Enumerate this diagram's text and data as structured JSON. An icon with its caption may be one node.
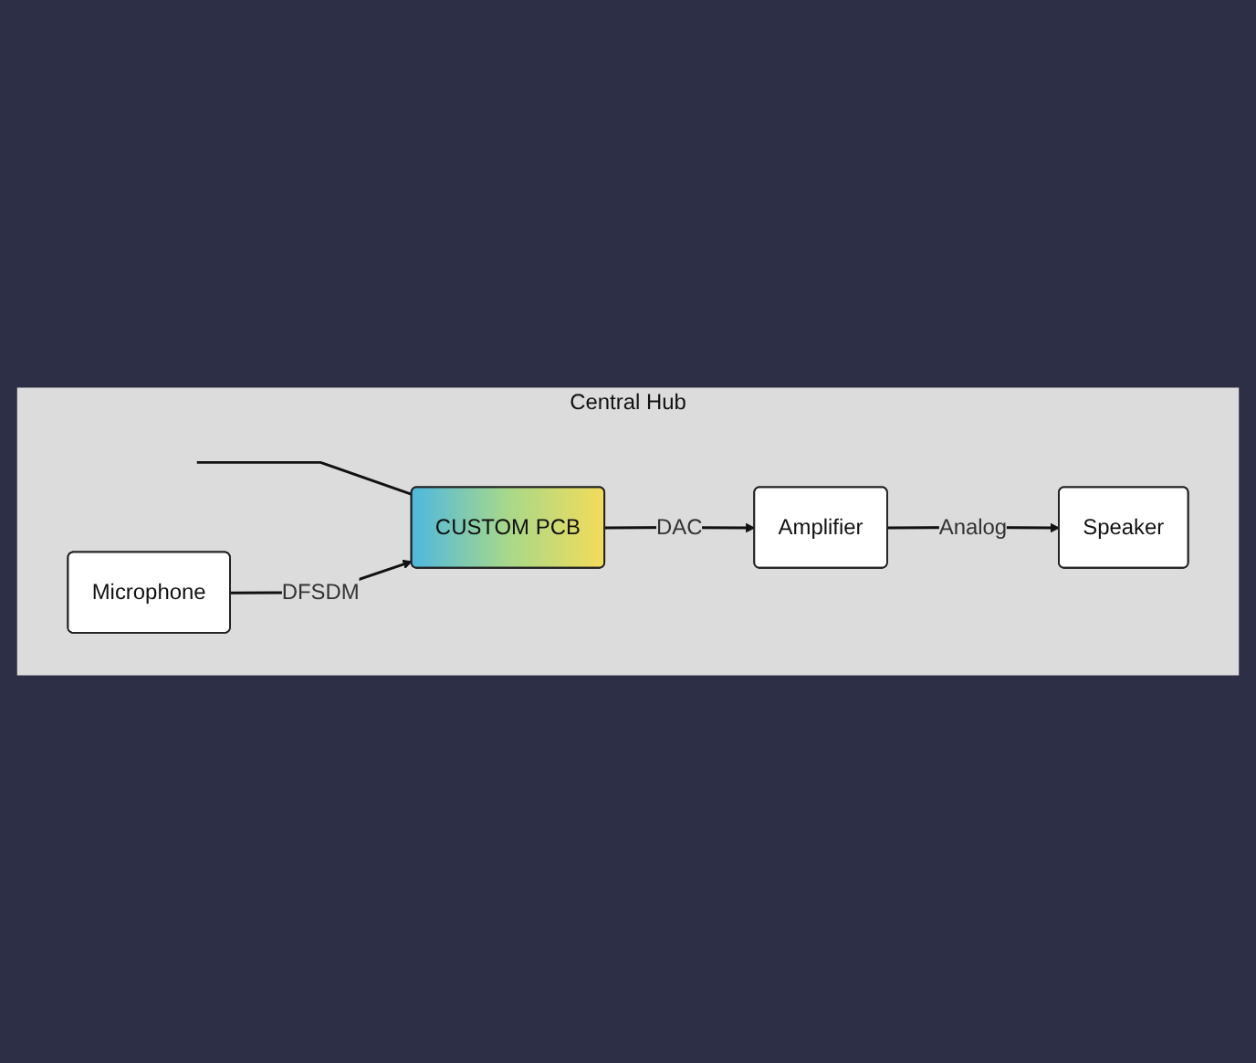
{
  "diagram": {
    "nodes": [
      {
        "text": [
          "Central Hub"
        ]
      },
      {
        "text": [
          "CUSTOM PCB"
        ],
        "in": 0
      },
      {
        "text": [
          "Microphone"
        ],
        "in": 0
      },
      {
        "text": [
          "Amplifier"
        ],
        "in": 0
      },
      {
        "text": [
          "Speaker"
        ],
        "in": 0
      }
    ],
    "edges": [
      {
        "from": null,
        "to": 1,
        "arrow": "none"
      },
      {
        "from": 2,
        "to": 1,
        "label": "DFSDM",
        "arrow": "to"
      },
      {
        "from": 1,
        "to": 3,
        "label": "DAC",
        "arrow": "to"
      },
      {
        "from": 3,
        "to": 4,
        "label": "Analog",
        "arrow": "to"
      }
    ]
  }
}
